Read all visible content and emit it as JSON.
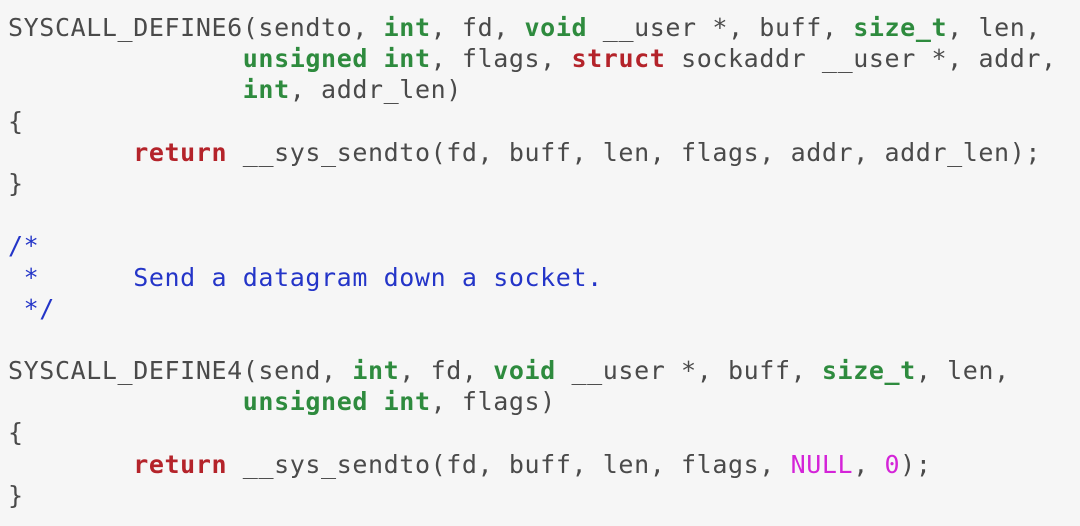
{
  "colors": {
    "background": "#f6f6f6",
    "plain": "#4a4a4a",
    "type": "#2e8b3e",
    "keyword": "#b4232a",
    "comment": "#2435c8",
    "constant": "#d424d8"
  },
  "lines": [
    [
      [
        "plain",
        "SYSCALL_DEFINE6(sendto, "
      ],
      [
        "type",
        "int"
      ],
      [
        "plain",
        ", fd, "
      ],
      [
        "type",
        "void"
      ],
      [
        "plain",
        " __user *, buff, "
      ],
      [
        "type",
        "size_t"
      ],
      [
        "plain",
        ", len,"
      ]
    ],
    [
      [
        "plain",
        "               "
      ],
      [
        "type",
        "unsigned"
      ],
      [
        "plain",
        " "
      ],
      [
        "type",
        "int"
      ],
      [
        "plain",
        ", flags, "
      ],
      [
        "struct",
        "struct"
      ],
      [
        "plain",
        " sockaddr __user *, addr,"
      ]
    ],
    [
      [
        "plain",
        "               "
      ],
      [
        "type",
        "int"
      ],
      [
        "plain",
        ", addr_len)"
      ]
    ],
    [
      [
        "plain",
        "{"
      ]
    ],
    [
      [
        "plain",
        "        "
      ],
      [
        "kw",
        "return"
      ],
      [
        "plain",
        " __sys_sendto(fd, buff, len, flags, addr, addr_len);"
      ]
    ],
    [
      [
        "plain",
        "}"
      ]
    ],
    [
      [
        "plain",
        ""
      ]
    ],
    [
      [
        "cmt",
        "/*"
      ]
    ],
    [
      [
        "cmt",
        " *      Send a datagram down a socket."
      ]
    ],
    [
      [
        "cmt",
        " */"
      ]
    ],
    [
      [
        "plain",
        ""
      ]
    ],
    [
      [
        "plain",
        "SYSCALL_DEFINE4(send, "
      ],
      [
        "type",
        "int"
      ],
      [
        "plain",
        ", fd, "
      ],
      [
        "type",
        "void"
      ],
      [
        "plain",
        " __user *, buff, "
      ],
      [
        "type",
        "size_t"
      ],
      [
        "plain",
        ", len,"
      ]
    ],
    [
      [
        "plain",
        "               "
      ],
      [
        "type",
        "unsigned"
      ],
      [
        "plain",
        " "
      ],
      [
        "type",
        "int"
      ],
      [
        "plain",
        ", flags)"
      ]
    ],
    [
      [
        "plain",
        "{"
      ]
    ],
    [
      [
        "plain",
        "        "
      ],
      [
        "kw",
        "return"
      ],
      [
        "plain",
        " __sys_sendto(fd, buff, len, flags, "
      ],
      [
        "const",
        "NULL"
      ],
      [
        "plain",
        ", "
      ],
      [
        "const",
        "0"
      ],
      [
        "plain",
        ");"
      ]
    ],
    [
      [
        "plain",
        "}"
      ]
    ]
  ]
}
